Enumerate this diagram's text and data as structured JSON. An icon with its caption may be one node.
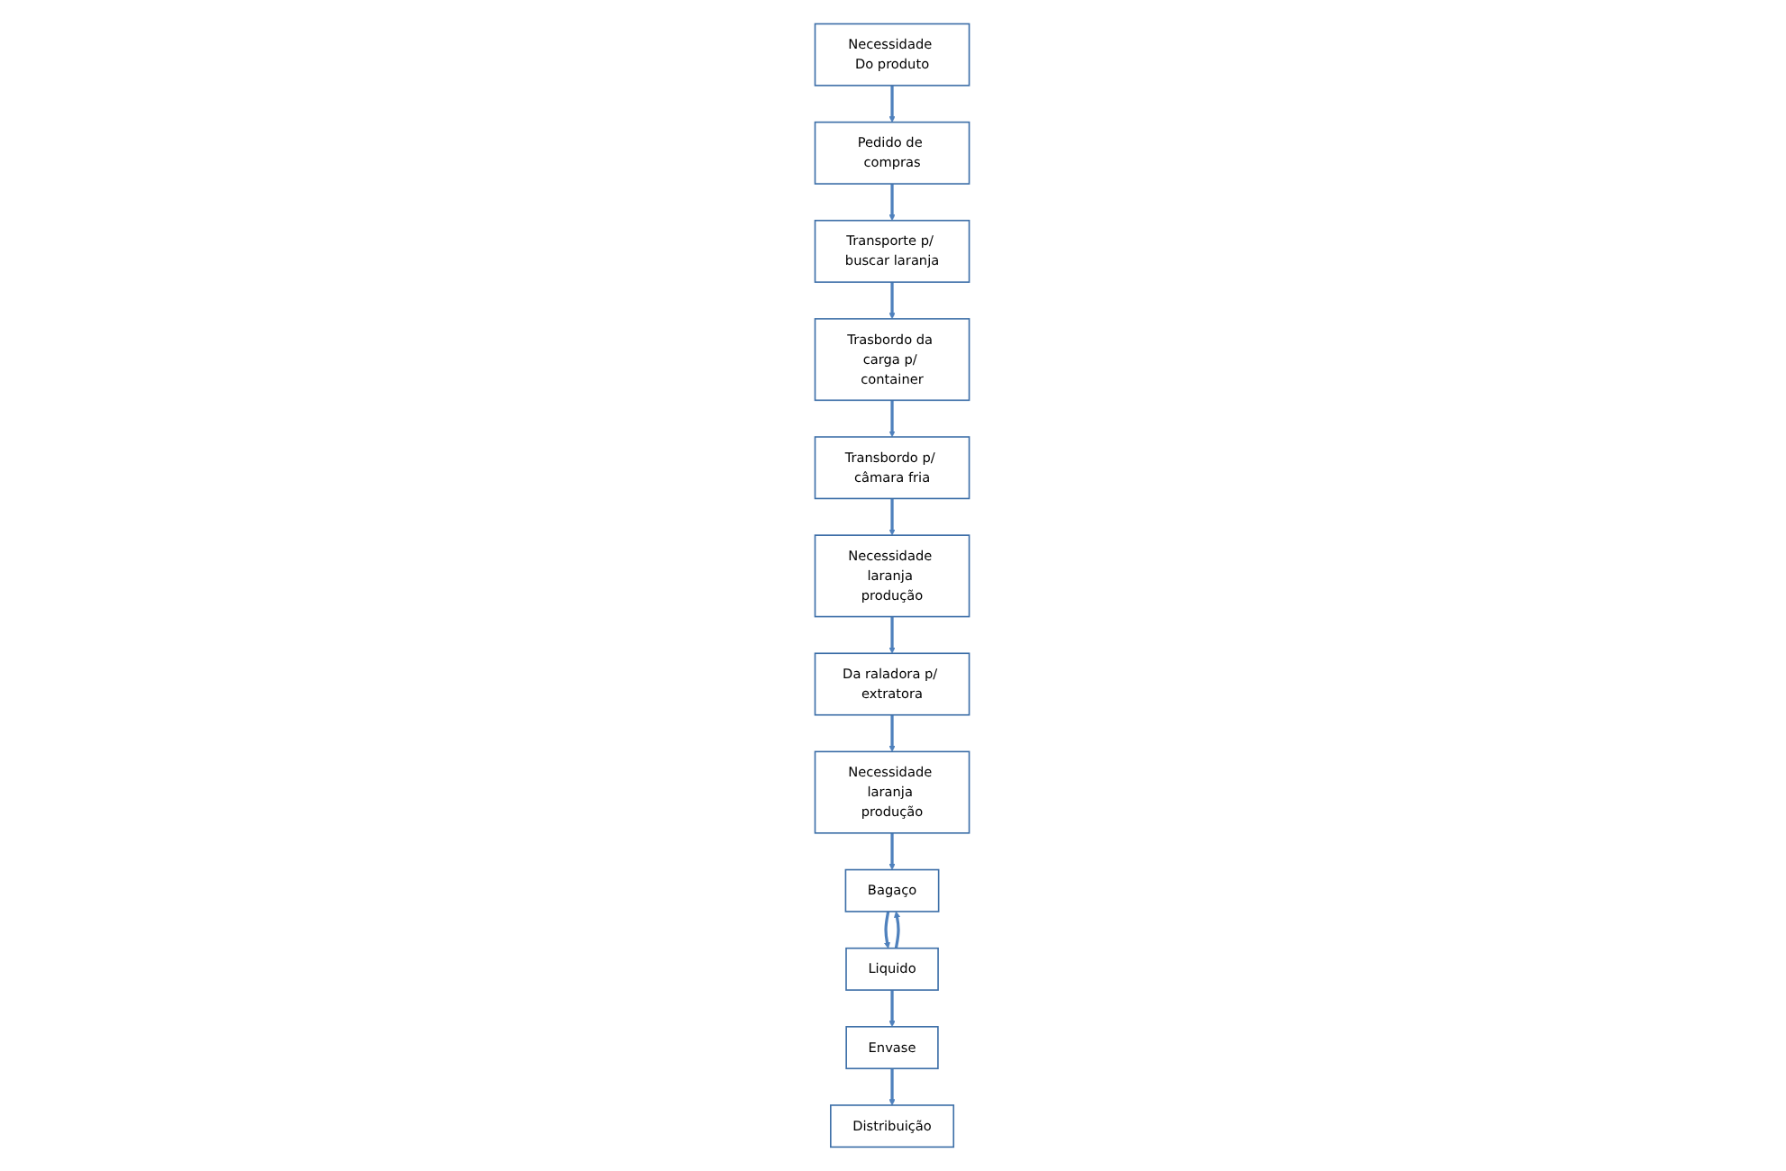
{
  "diagram": {
    "nodes": [
      {
        "text": [
          "Necessidade Do produto"
        ]
      },
      {
        "text": [
          "Pedido de compras"
        ]
      },
      {
        "text": [
          "Transporte p/ buscar laranja"
        ]
      },
      {
        "text": [
          "Trasbordo da carga p/ container"
        ]
      },
      {
        "text": [
          "Transbordo p/ câmara fria"
        ]
      },
      {
        "text": [
          "Liquido"
        ]
      },
      {
        "text": [
          "Envase"
        ]
      },
      {
        "text": [
          "Distribuição"
        ]
      },
      {
        "text": [
          "Bagaço"
        ]
      },
      {
        "text": [
          "Necessidade laranja produção"
        ]
      },
      {
        "text": [
          "Da raladora p/ extratora"
        ]
      },
      {
        "text": [
          "Necessidade laranja produção"
        ]
      }
    ],
    "edges": [
      {
        "from": 0,
        "to": 1,
        "arrow": "to"
      },
      {
        "from": 1,
        "to": 2,
        "arrow": "to"
      },
      {
        "from": 2,
        "to": 3,
        "arrow": "to"
      },
      {
        "from": 3,
        "to": 4,
        "arrow": "to"
      },
      {
        "from": 4,
        "to": 11,
        "arrow": "to"
      },
      {
        "from": 11,
        "to": 10,
        "arrow": "to"
      },
      {
        "from": 10,
        "to": 9,
        "arrow": "to"
      },
      {
        "from": 9,
        "to": 8,
        "arrow": "to"
      },
      {
        "from": 5,
        "to": 8,
        "arrow": "to"
      },
      {
        "from": 8,
        "to": 5,
        "arrow": "to"
      },
      {
        "from": 5,
        "to": 6,
        "arrow": "to"
      },
      {
        "from": 6,
        "to": 7,
        "arrow": "to"
      }
    ]
  }
}
